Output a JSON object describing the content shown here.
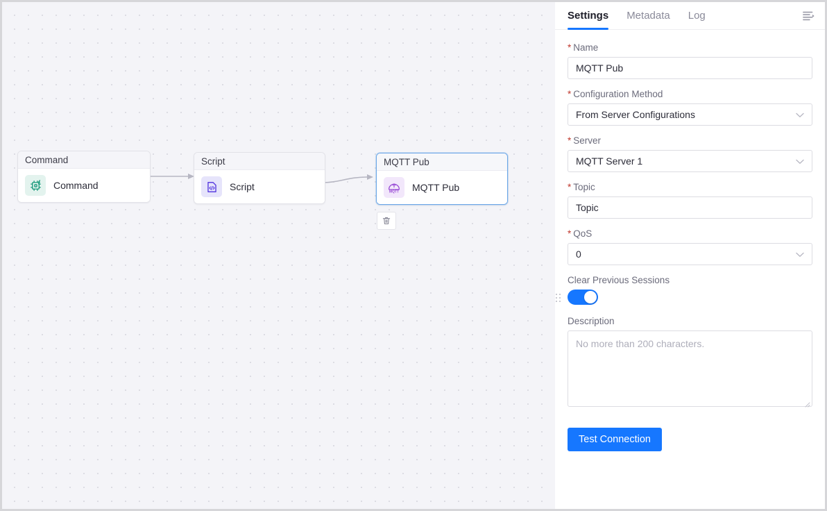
{
  "canvas": {
    "nodes": [
      {
        "header": "Command",
        "label": "Command",
        "icon": "cpu-chip-icon",
        "selected": false
      },
      {
        "header": "Script",
        "label": "Script",
        "icon": "code-file-icon",
        "selected": false
      },
      {
        "header": "MQTT Pub",
        "label": "MQTT Pub",
        "icon": "mqtt-logo-icon",
        "selected": true
      }
    ],
    "delete_button_icon": "trash-icon",
    "connector_color": "#b6b6c2"
  },
  "panel": {
    "tabs": [
      {
        "label": "Settings",
        "active": true
      },
      {
        "label": "Metadata",
        "active": false
      },
      {
        "label": "Log",
        "active": false
      }
    ],
    "collapse_icon": "collapse-panel-icon",
    "accent_color": "#1677ff",
    "required_color": "#c0392e",
    "fields": {
      "name": {
        "label": "Name",
        "required": true,
        "value": "MQTT Pub"
      },
      "configuration_method": {
        "label": "Configuration Method",
        "required": true,
        "value": "From Server Configurations"
      },
      "server": {
        "label": "Server",
        "required": true,
        "value": "MQTT Server 1"
      },
      "topic": {
        "label": "Topic",
        "required": true,
        "value": "Topic"
      },
      "qos": {
        "label": "QoS",
        "required": true,
        "value": "0"
      },
      "clear_previous_sessions": {
        "label": "Clear Previous Sessions",
        "required": false,
        "enabled": true
      },
      "description": {
        "label": "Description",
        "required": false,
        "value": "",
        "placeholder": "No more than 200 characters."
      }
    },
    "test_connection_button": "Test Connection"
  }
}
